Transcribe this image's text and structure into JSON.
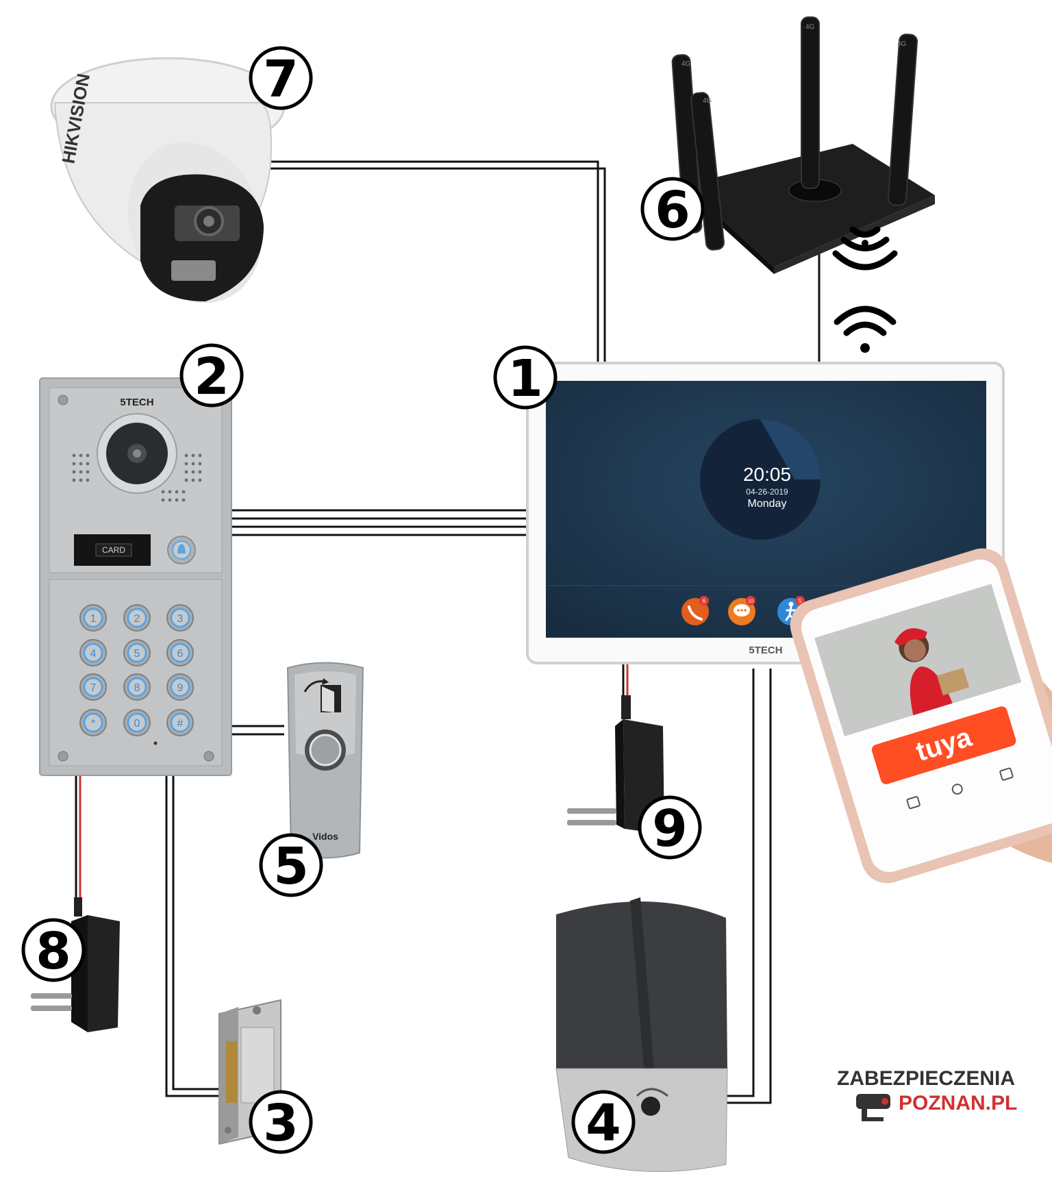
{
  "badges": {
    "monitor": "1",
    "panel": "2",
    "strike": "3",
    "gate": "4",
    "exit_button": "5",
    "router": "6",
    "camera": "7",
    "psu_panel": "8",
    "psu_monitor": "9"
  },
  "panel": {
    "brand": "5TECH",
    "card_label": "CARD",
    "keys": [
      "1",
      "2",
      "3",
      "4",
      "5",
      "6",
      "7",
      "8",
      "9",
      "*",
      "0",
      "#"
    ]
  },
  "monitor": {
    "time": "20:05",
    "date": "04-26-2019",
    "day": "Monday",
    "brand": "5TECH",
    "app_badges": [
      "6",
      "10",
      "5"
    ]
  },
  "camera": {
    "brand": "HIKVISION"
  },
  "router": {
    "antenna_labels": [
      "4G",
      "4G",
      "4G",
      "4G"
    ]
  },
  "exit_button": {
    "brand": "Vidos"
  },
  "phone": {
    "app_name": "tuya"
  },
  "logo": {
    "line1": "ZABEZPIECZENIA",
    "line2": "POZNAN.PL"
  },
  "colors": {
    "accent_red": "#d32f2f",
    "tuya_orange": "#ff4d24",
    "screen": "#1f3850"
  }
}
